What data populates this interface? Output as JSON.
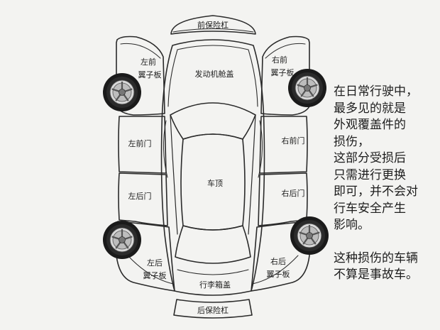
{
  "labels": {
    "front_bumper": "前保险杠",
    "rear_bumper": "后保险杠",
    "hood": "发动机舱盖",
    "roof": "车顶",
    "trunk": "行李箱盖",
    "left_front_fender_1": "左前",
    "left_front_fender_2": "翼子板",
    "right_front_fender_1": "右前",
    "right_front_fender_2": "翼子板",
    "left_front_door": "左前门",
    "right_front_door": "右前门",
    "left_rear_door": "左后门",
    "right_rear_door": "右后门",
    "left_rear_fender_1": "左后",
    "left_rear_fender_2": "翼子板",
    "right_rear_fender_1": "右后",
    "right_rear_fender_2": "翼子板"
  },
  "caption": {
    "para1": [
      "在日常行驶中，",
      "最多见的就是",
      "外观覆盖件的",
      "损伤，",
      "这部分受损后",
      "只需进行更换",
      "即可，并不会对",
      "行车安全产生",
      "影响。"
    ],
    "para2": [
      "这种损伤的车辆",
      "不算是事故车。"
    ]
  },
  "colors": {
    "line": "#2a2a2a",
    "paper": "#f3f3f1",
    "tire": "#1a1a1a",
    "rim": "#d8d8d8",
    "text": "#1d1d1d"
  }
}
